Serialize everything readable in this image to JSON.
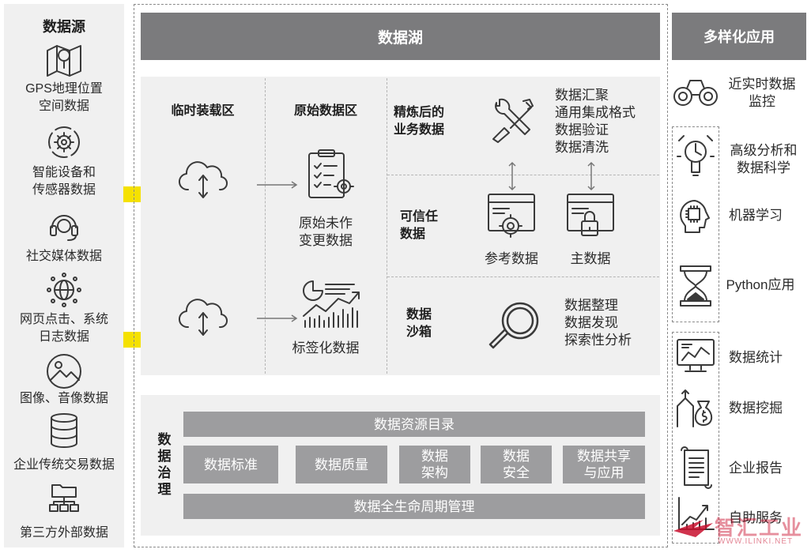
{
  "sources": {
    "title": "数据源",
    "items": [
      {
        "label": "GPS地理位置\n空间数据",
        "icon": "map-pin-icon"
      },
      {
        "label": "智能设备和\n传感器数据",
        "icon": "gear-cycle-icon"
      },
      {
        "label": "社交媒体数据",
        "icon": "headset-icon"
      },
      {
        "label": "网页点击、系统\n日志数据",
        "icon": "globe-network-icon"
      },
      {
        "label": "图像、音像数据",
        "icon": "image-icon"
      },
      {
        "label": "企业传统交易数据",
        "icon": "database-icon"
      },
      {
        "label": "第三方外部数据",
        "icon": "folder-tree-icon"
      }
    ]
  },
  "lake": {
    "title": "数据湖",
    "temp_zone": "临时装载区",
    "raw_zone": "原始数据区",
    "raw_item": "原始未作\n变更数据",
    "tagged_item": "标签化数据",
    "refined": {
      "title": "精炼后的\n业务数据",
      "lines": "数据汇聚\n通用集成格式\n数据验证\n数据清洗"
    },
    "trusted": {
      "title": "可信任\n数据",
      "ref": "参考数据",
      "master": "主数据"
    },
    "sandbox": {
      "title": "数据\n沙箱",
      "lines": "数据整理\n数据发现\n探索性分析"
    }
  },
  "governance": {
    "title": "数\n据\n治\n理",
    "catalog": "数据资源目录",
    "standard": "数据标准",
    "quality": "数据质量",
    "architecture": "数据\n架构",
    "security": "数据\n安全",
    "sharing": "数据共享\n与应用",
    "lifecycle": "数据全生命周期管理"
  },
  "apps": {
    "title": "多样化应用",
    "items": [
      {
        "label": "近实时数据\n监控",
        "icon": "binoculars-icon"
      },
      {
        "label": "高级分析和\n数据科学",
        "icon": "analytics-icon"
      },
      {
        "label": "机器学习",
        "icon": "brain-chip-icon"
      },
      {
        "label": "Python应用",
        "icon": "hourglass-icon"
      },
      {
        "label": "数据统计",
        "icon": "monitor-chart-icon"
      },
      {
        "label": "数据挖掘",
        "icon": "money-bag-icon"
      },
      {
        "label": "企业报告",
        "icon": "report-scroll-icon"
      },
      {
        "label": "自助服务",
        "icon": "growth-chart-icon"
      }
    ]
  },
  "watermark": {
    "name": "智汇工业",
    "url": "WWW.ILINKI.NET"
  },
  "colors": {
    "arrow": "#f5e100",
    "header": "#7b7b7d",
    "panel": "#f0f0f0",
    "box": "#9d9d9f"
  }
}
